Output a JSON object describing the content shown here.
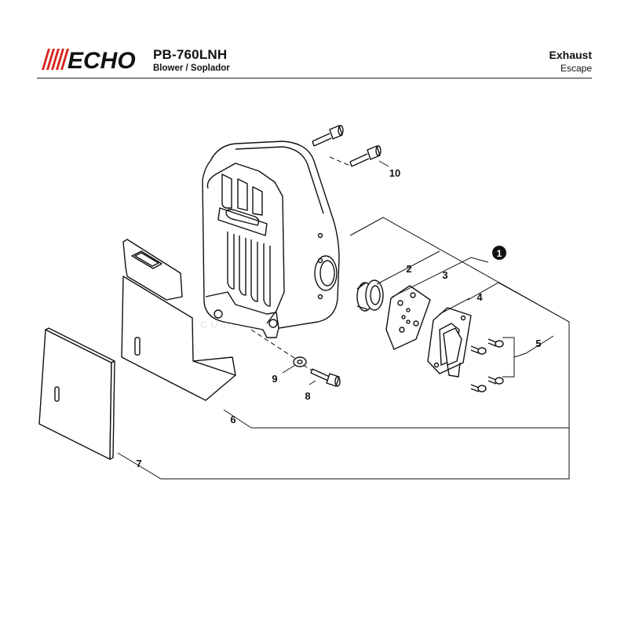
{
  "header": {
    "brand": "ECHO",
    "model": "PB-760LNH",
    "subtitle": "Blower / Soplador",
    "section_title": "Exhaust",
    "section_subtitle": "Escape"
  },
  "watermark": "CUTTERS",
  "callouts": [
    {
      "id": "1",
      "label": "1",
      "style": "filled"
    },
    {
      "id": "2",
      "label": "2"
    },
    {
      "id": "3",
      "label": "3"
    },
    {
      "id": "4",
      "label": "4"
    },
    {
      "id": "5",
      "label": "5"
    },
    {
      "id": "6",
      "label": "6"
    },
    {
      "id": "7",
      "label": "7"
    },
    {
      "id": "8",
      "label": "8"
    },
    {
      "id": "9",
      "label": "9"
    },
    {
      "id": "10",
      "label": "10"
    }
  ],
  "colors": {
    "ink": "#111111",
    "brand": "#d7261e"
  }
}
